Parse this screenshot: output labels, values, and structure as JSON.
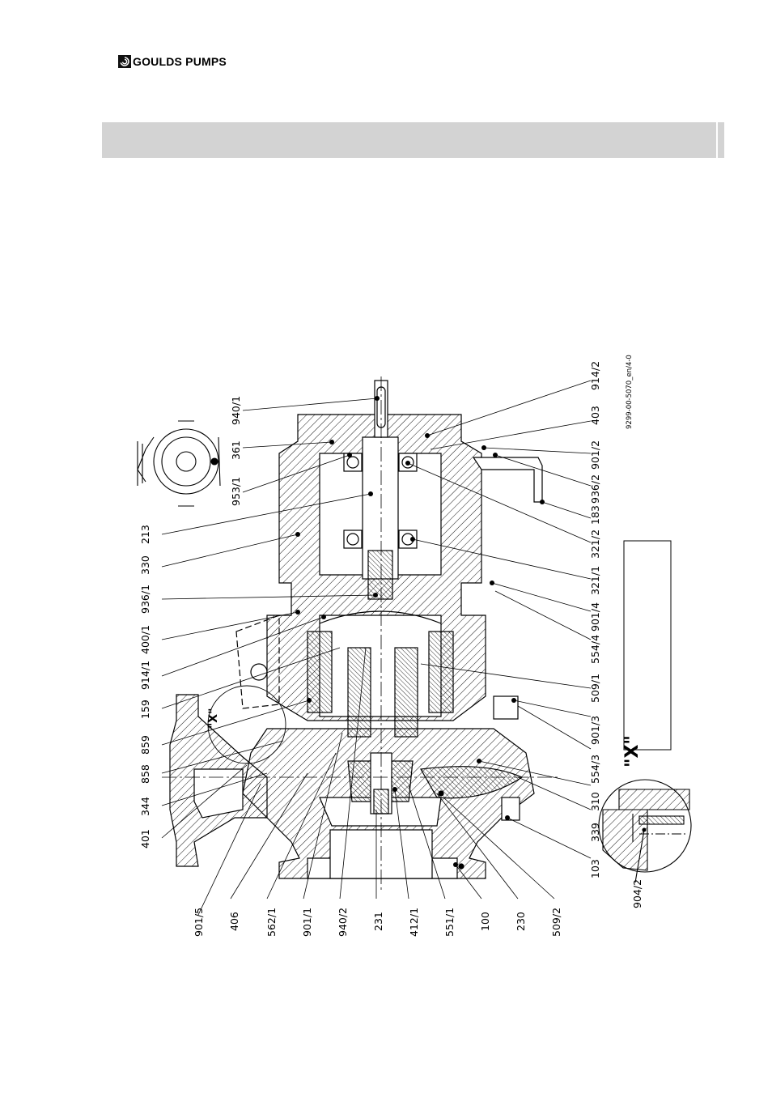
{
  "brand": {
    "name": "GOULDS PUMPS",
    "logo_icon": "goulds-swirl-icon"
  },
  "drawing": {
    "reference": "9299-00-5070_en/4-0",
    "detail_label": "\"X\"",
    "callout_x": "\"X\"",
    "labels_left": [
      "940/1",
      "361",
      "953/1",
      "213",
      "330",
      "936/1",
      "400/1",
      "914/1",
      "159",
      "859",
      "858",
      "344",
      "401"
    ],
    "labels_right": [
      "914/2",
      "403",
      "901/2",
      "936/2",
      "183",
      "321/2",
      "321/1",
      "901/4",
      "554/4",
      "509/1",
      "901/3",
      "554/3",
      "310",
      "339",
      "103"
    ],
    "labels_bottom": [
      "901/5",
      "406",
      "562/1",
      "901/1",
      "940/2",
      "231",
      "412/1",
      "551/1",
      "100",
      "230",
      "509/2"
    ],
    "labels_detail": [
      "904/2"
    ]
  }
}
